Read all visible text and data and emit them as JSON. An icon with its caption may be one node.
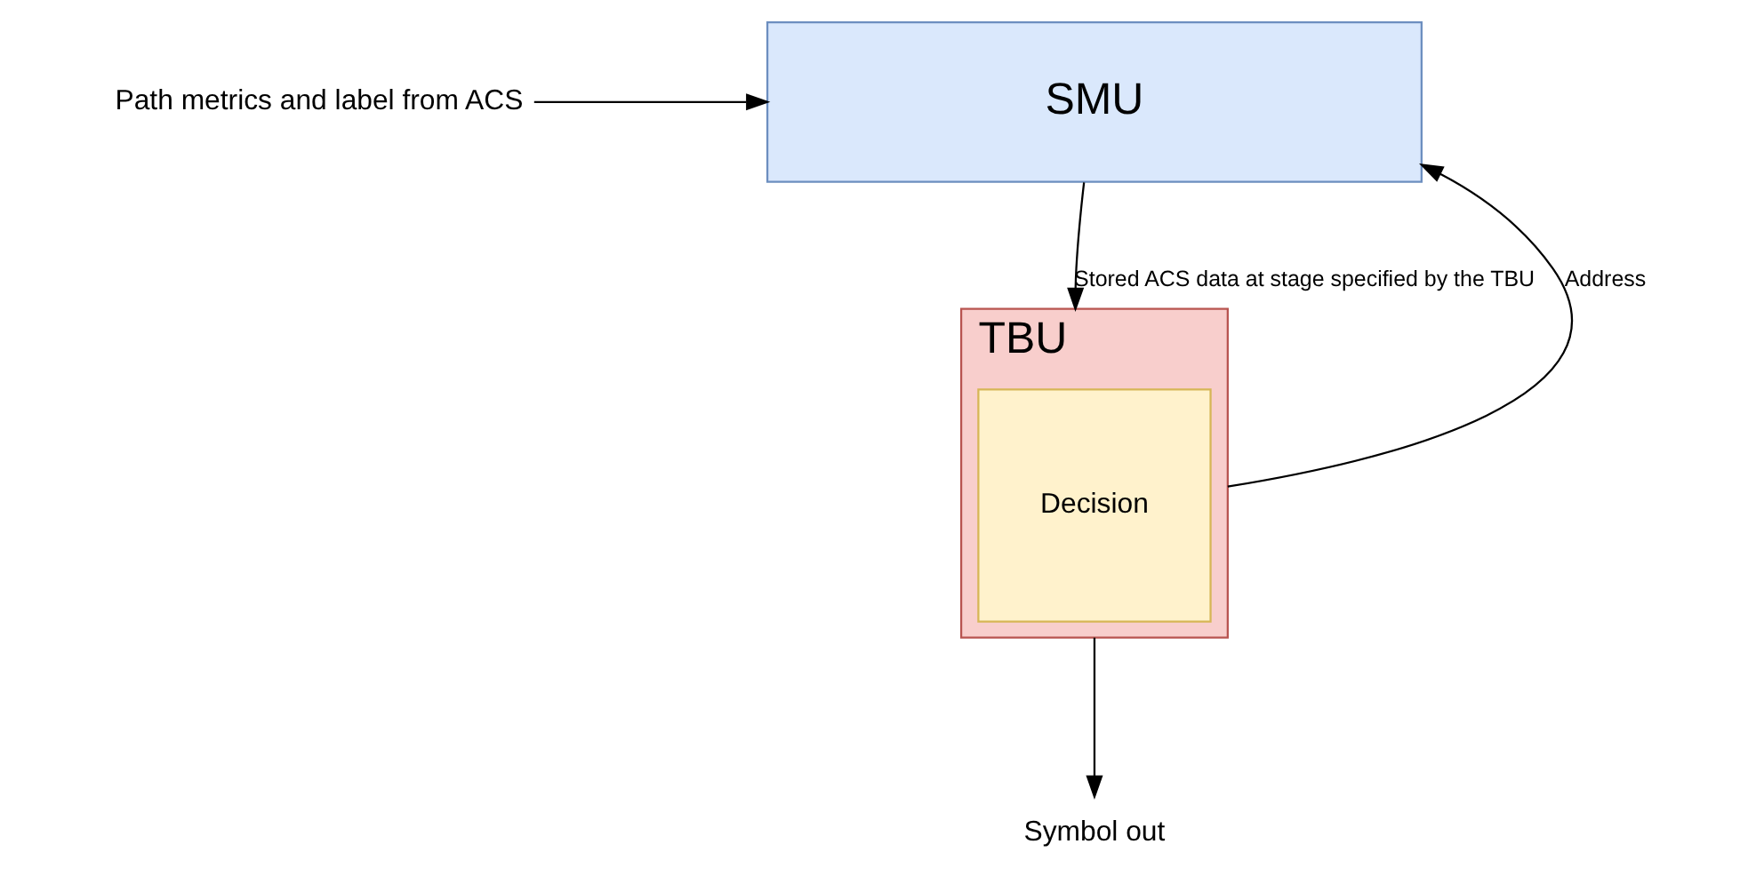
{
  "diagram": {
    "nodes": [
      {
        "text": [
          "Path metrics and label from ACS"
        ]
      },
      {
        "text": [
          "SMU"
        ]
      },
      {
        "text": [
          "TBU"
        ]
      },
      {
        "text": [
          "Decision"
        ],
        "in": 2
      },
      {
        "text": [
          "Symbol out"
        ]
      }
    ],
    "edges": [
      {
        "from": 0,
        "to": 1,
        "arrow": "to"
      },
      {
        "from": 1,
        "to": 2,
        "arrow": "to",
        "label": "Stored ACS data at stage specified by the TBU"
      },
      {
        "from": 2,
        "to": 1,
        "arrow": "to",
        "label": "Address"
      },
      {
        "from": 2,
        "to": 4,
        "arrow": "to"
      }
    ]
  }
}
